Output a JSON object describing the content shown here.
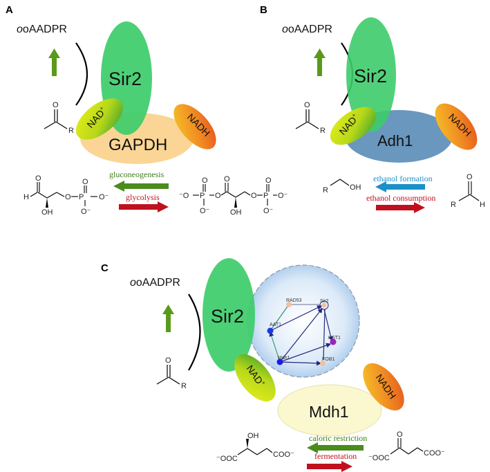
{
  "panels": {
    "a": {
      "letter": "A",
      "product": "oAADPR",
      "enzyme": "GAPDH",
      "sirtuin": "Sir2",
      "cofactor_ox": "NAD",
      "cofactor_ox_sup": "+",
      "cofactor_red": "NADH",
      "reverse_label": "gluconeogenesis",
      "forward_label": "glycolysis"
    },
    "b": {
      "letter": "B",
      "product": "oAADPR",
      "enzyme": "Adh1",
      "sirtuin": "Sir2",
      "cofactor_ox": "NAD",
      "cofactor_ox_sup": "+",
      "cofactor_red": "NADH",
      "reverse_label": "ethanol formation",
      "forward_label": "ethanol consumption"
    },
    "c": {
      "letter": "C",
      "product": "oAADPR",
      "enzyme": "Mdh1",
      "sirtuin": "Sir2",
      "cofactor_ox": "NAD",
      "cofactor_ox_sup": "+",
      "cofactor_red": "NADH",
      "reverse_label": "caloric restriction",
      "forward_label": "fermentation",
      "network_nodes": [
        "RAD53",
        "Sir2",
        "AAT1",
        "HST1",
        "Mdh1",
        "FOB1"
      ]
    }
  },
  "chem": {
    "r": "R",
    "o": "O",
    "h": "H",
    "oh": "OH",
    "p": "P",
    "o_minus": "O⁻",
    "minus_o": "⁻O",
    "ooc": "⁻OOC",
    "coo": "COO⁻"
  },
  "colors": {
    "sir2": "#3dcc6a",
    "gapdh": "#fbd08a",
    "adh1": "#5d8eb8",
    "mdh1": "#fbf8d0",
    "up_arrow": "#5a9a1a",
    "reverse_green": "#4a8c1c",
    "forward_red": "#c0101e",
    "ethanol_blue": "#1a90c8"
  }
}
